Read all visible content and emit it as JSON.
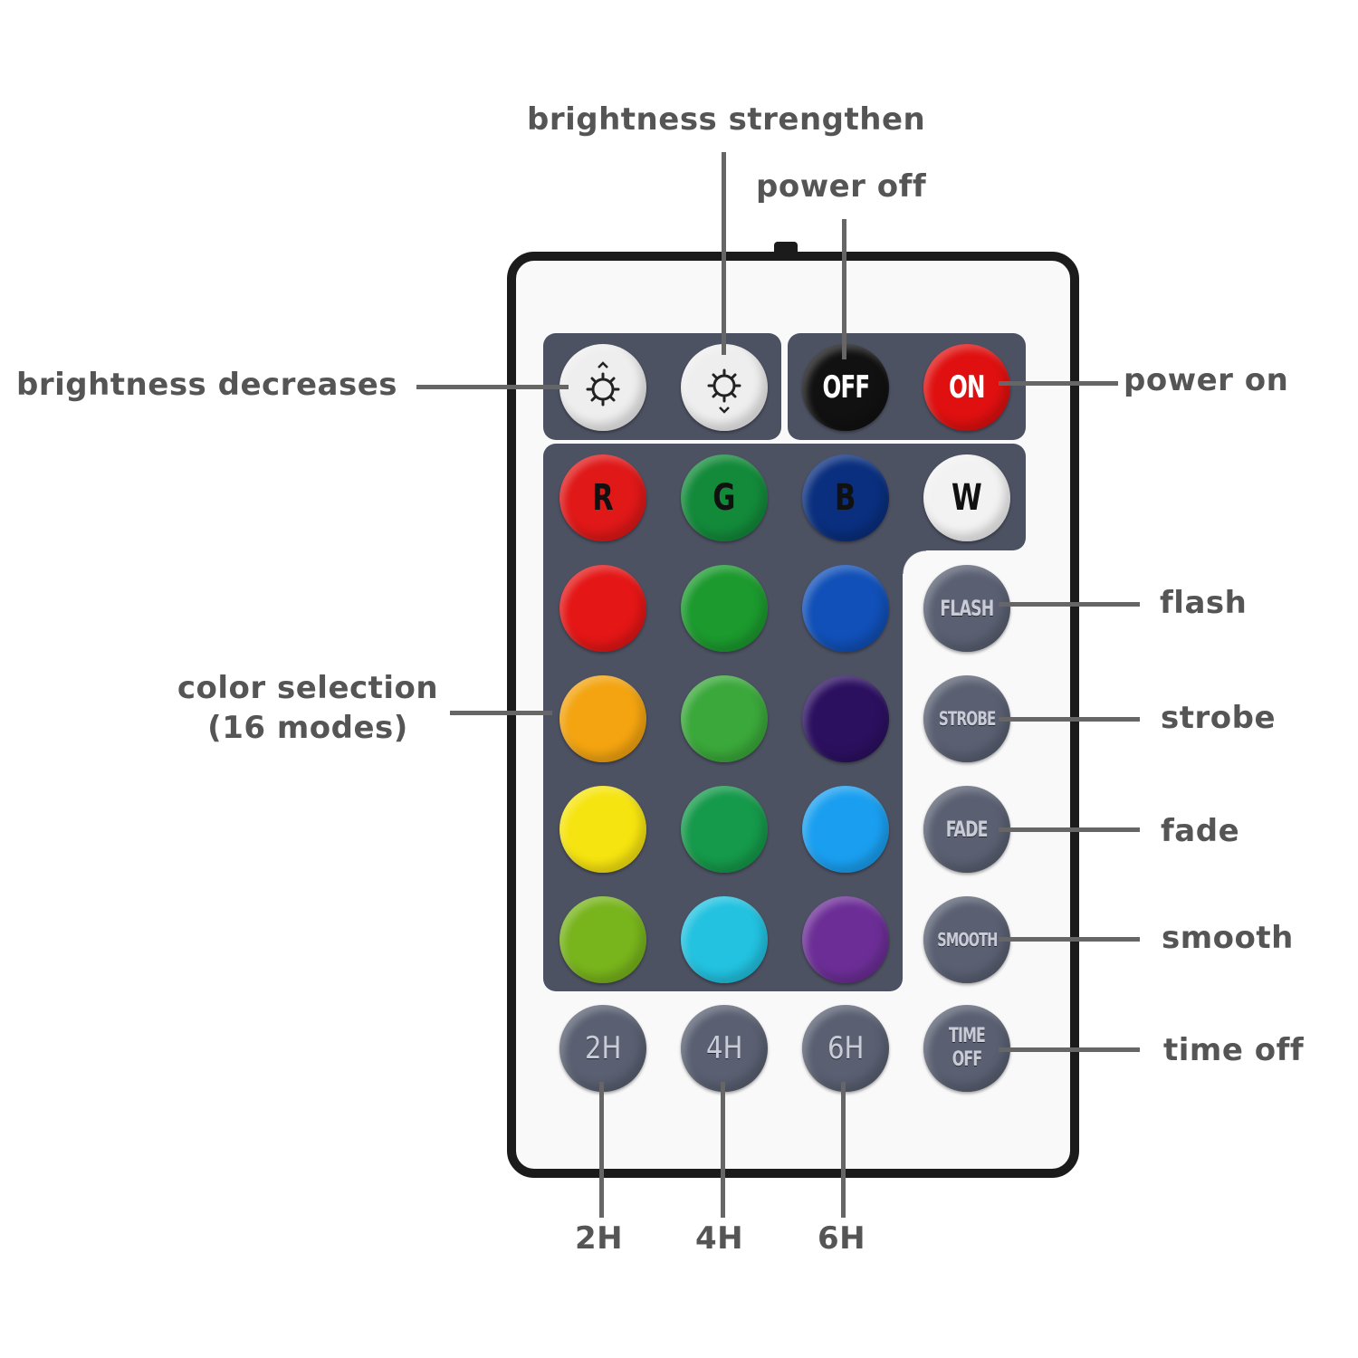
{
  "remote": {
    "brightness_buttons": [
      {
        "name": "brightness-down",
        "symbol": "sun-down"
      },
      {
        "name": "brightness-up",
        "symbol": "sun-up"
      }
    ],
    "power_buttons": [
      {
        "label": "OFF",
        "color": "#111111"
      },
      {
        "label": "ON",
        "color": "#e01010"
      }
    ],
    "rgbw_buttons": [
      {
        "label": "R",
        "color": "#e01818"
      },
      {
        "label": "G",
        "color": "#138a3a"
      },
      {
        "label": "B",
        "color": "#0a2f7e"
      },
      {
        "label": "W",
        "color": "#f2f2f2"
      }
    ],
    "color_buttons": [
      [
        "#e51616",
        "#1c9a2e",
        "#1150b8"
      ],
      [
        "#f3a410",
        "#3aa83a",
        "#2c1060"
      ],
      [
        "#f6e410",
        "#15994a",
        "#1a9ff0"
      ],
      [
        "#78b41c",
        "#22c2e0",
        "#6c2e96"
      ]
    ],
    "mode_buttons": [
      {
        "label": "FLASH"
      },
      {
        "label": "STROBE"
      },
      {
        "label": "FADE"
      },
      {
        "label": "SMOOTH"
      },
      {
        "label": "TIME\nOFF"
      }
    ],
    "timer_buttons": [
      {
        "label": "2H"
      },
      {
        "label": "4H"
      },
      {
        "label": "6H"
      }
    ]
  },
  "annotations": {
    "brightness_strengthen": "brightness strengthen",
    "power_off": "power off",
    "brightness_decreases": "brightness decreases",
    "power_on": "power on",
    "flash": "flash",
    "strobe": "strobe",
    "fade": "fade",
    "smooth": "smooth",
    "time_off": "time off",
    "color_selection_line1": "color selection",
    "color_selection_line2": "(16 modes)",
    "timer_2h": "2H",
    "timer_4h": "4H",
    "timer_6h": "6H"
  }
}
